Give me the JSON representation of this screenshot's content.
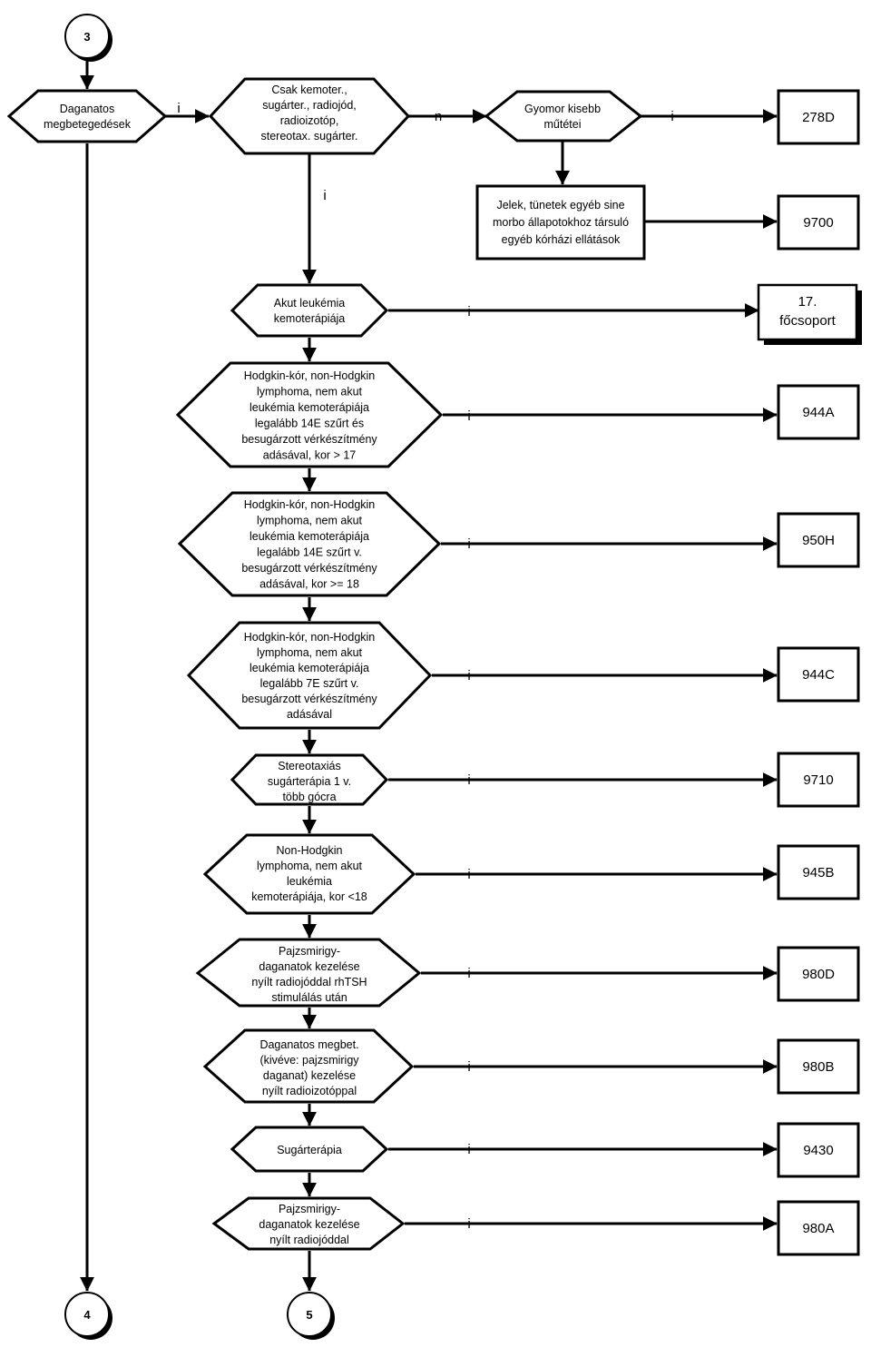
{
  "connectors": {
    "c3": "3",
    "c4": "4",
    "c5": "5"
  },
  "nodes": {
    "daganatos": [
      "Daganatos",
      "megbetegedések"
    ],
    "csak": [
      "Csak kemoter.,",
      "sugárter., radiojód,",
      "radioizotóp,",
      "stereotax. sugárter."
    ],
    "gyomor": [
      "Gyomor kisebb",
      "műtétei"
    ],
    "jelek": [
      "Jelek, tünetek egyéb sine",
      "morbo állapotokhoz társuló",
      "egyéb kórházi ellátások"
    ],
    "akut": [
      "Akut leukémia",
      "kemoterápiája"
    ],
    "h1": [
      "Hodgkin-kór, non-Hodgkin",
      "lymphoma, nem akut",
      "leukémia kemoterápiája",
      "legalább 14E szűrt és",
      "besugárzott vérkészítmény",
      "adásával, kor > 17"
    ],
    "h2": [
      "Hodgkin-kór, non-Hodgkin",
      "lymphoma, nem akut",
      "leukémia kemoterápiája",
      "legalább 14E szűrt v.",
      "besugárzott vérkészítmény",
      "adásával, kor >= 18"
    ],
    "h3": [
      "Hodgkin-kór, non-Hodgkin",
      "lymphoma, nem akut",
      "leukémia kemoterápiája",
      "legalább 7E szűrt v.",
      "besugárzott vérkészítmény",
      "adásával"
    ],
    "stereo": [
      "Stereotaxiás",
      "sugárterápia 1 v.",
      "több gócra"
    ],
    "nonh": [
      "Non-Hodgkin",
      "lymphoma, nem akut",
      "leukémia",
      "kemoterápiája, kor <18"
    ],
    "pajzs1": [
      "Pajzsmirigy-",
      "daganatok kezelése",
      "nyílt radiojóddal rhTSH",
      "stimulálás után"
    ],
    "dagmegbet": [
      "Daganatos megbet.",
      "(kivéve: pajzsmirigy",
      "daganat) kezelése",
      "nyílt radioizotóppal"
    ],
    "sugar": [
      "Sugárterápia"
    ],
    "pajzs2": [
      "Pajzsmirigy-",
      "daganatok kezelése",
      "nyílt radiojóddal"
    ]
  },
  "codes": {
    "c278D": "278D",
    "c9700": "9700",
    "c17": [
      "17.",
      "főcsoport"
    ],
    "c944A": "944A",
    "c950H": "950H",
    "c944C": "944C",
    "c9710": "9710",
    "c945B": "945B",
    "c980D": "980D",
    "c980B": "980B",
    "c9430": "9430",
    "c980A": "980A"
  },
  "edge_labels": {
    "daganatos_csak": "i",
    "csak_gyomor": "n",
    "gyomor_278D": "i",
    "csak_down": "i",
    "akut_17": "i",
    "h1_944A": "i",
    "h2_950H": "i",
    "h3_944C": "i",
    "stereo_9710": "i",
    "nonh_945B": "i",
    "pajzs1_980D": "i",
    "dagmegbet_980B": "i",
    "sugar_9430": "i",
    "pajzs2_980A": "i"
  }
}
